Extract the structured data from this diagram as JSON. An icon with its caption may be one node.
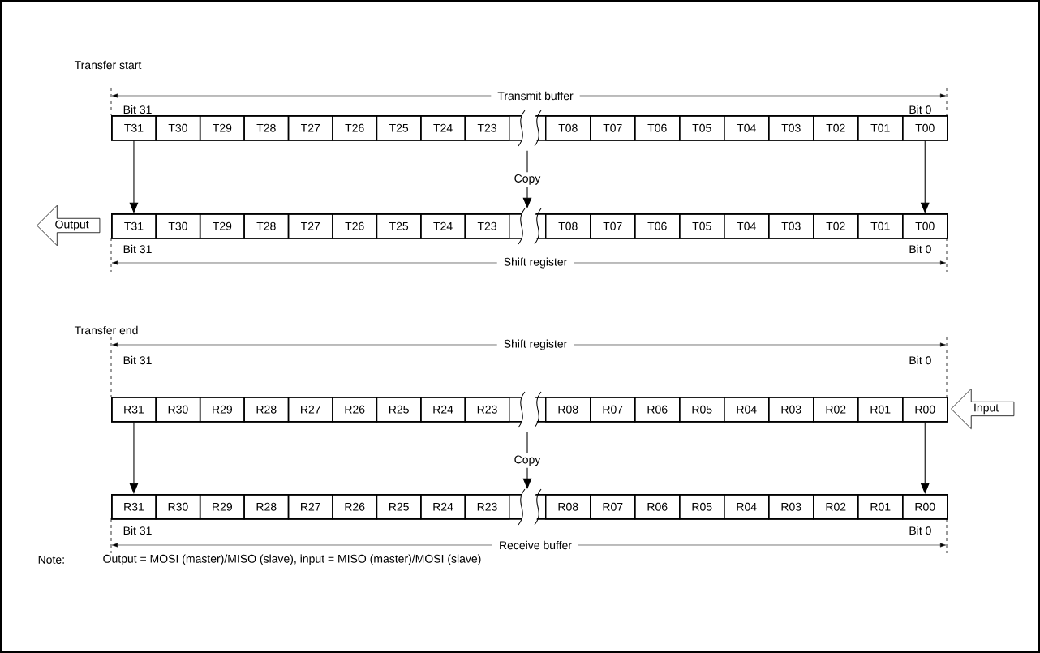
{
  "diagram": {
    "nodes": [
      {
        "text": [
          "Output"
        ]
      },
      {
        "text": [],
        "shape": "bar"
      },
      {
        "text": [
          "T31"
        ],
        "in": 1
      },
      {
        "text": [
          "T30"
        ],
        "in": 1
      },
      {
        "text": [
          "T29"
        ],
        "in": 1
      },
      {
        "text": [
          "T28"
        ],
        "in": 1
      },
      {
        "text": [
          "T27"
        ],
        "in": 1
      },
      {
        "text": [
          "T26"
        ],
        "in": 1
      },
      {
        "text": [
          "T25"
        ],
        "in": 1
      },
      {
        "text": [
          "T24"
        ],
        "in": 1
      },
      {
        "text": [
          "T23"
        ],
        "in": 1
      },
      {
        "text": [
          "T08"
        ],
        "in": 1
      },
      {
        "text": [
          "T07"
        ],
        "in": 1
      },
      {
        "text": [
          "T06"
        ],
        "in": 1
      },
      {
        "text": [
          "T05"
        ],
        "in": 1
      },
      {
        "text": [
          "T04"
        ],
        "in": 1
      },
      {
        "text": [
          "T03"
        ],
        "in": 1
      },
      {
        "text": [
          "T02"
        ],
        "in": 1
      },
      {
        "text": [
          "T01"
        ],
        "in": 1
      },
      {
        "text": [
          "T00"
        ],
        "in": 1
      },
      {
        "text": [],
        "shape": "bar"
      },
      {
        "text": [
          "T31"
        ],
        "in": 20
      },
      {
        "text": [
          "T30"
        ],
        "in": 20
      },
      {
        "text": [
          "T29"
        ],
        "in": 20
      },
      {
        "text": [
          "T28"
        ],
        "in": 20
      },
      {
        "text": [
          "T27"
        ],
        "in": 20
      },
      {
        "text": [
          "T26"
        ],
        "in": 20
      },
      {
        "text": [
          "T25"
        ],
        "in": 20
      },
      {
        "text": [
          "T24"
        ],
        "in": 20
      },
      {
        "text": [
          "T23"
        ],
        "in": 20
      },
      {
        "text": [
          "T08"
        ],
        "in": 20
      },
      {
        "text": [
          "T07"
        ],
        "in": 20
      },
      {
        "text": [
          "T06"
        ],
        "in": 20
      },
      {
        "text": [
          "T05"
        ],
        "in": 20
      },
      {
        "text": [
          "T04"
        ],
        "in": 20
      },
      {
        "text": [
          "T03"
        ],
        "in": 20
      },
      {
        "text": [
          "T02"
        ],
        "in": 20
      },
      {
        "text": [
          "T01"
        ],
        "in": 20
      },
      {
        "text": [
          "T00"
        ],
        "in": 20
      },
      {
        "text": [],
        "shape": "bar"
      },
      {
        "text": [
          "R31"
        ],
        "in": 39
      },
      {
        "text": [
          "R30"
        ],
        "in": 39
      },
      {
        "text": [
          "R29"
        ],
        "in": 39
      },
      {
        "text": [
          "R28"
        ],
        "in": 39
      },
      {
        "text": [
          "R27"
        ],
        "in": 39
      },
      {
        "text": [
          "R26"
        ],
        "in": 39
      },
      {
        "text": [
          "R25"
        ],
        "in": 39
      },
      {
        "text": [
          "R24"
        ],
        "in": 39
      },
      {
        "text": [
          "R23"
        ],
        "in": 39
      },
      {
        "text": [
          "R08"
        ],
        "in": 39
      },
      {
        "text": [
          "R07"
        ],
        "in": 39
      },
      {
        "text": [
          "R06"
        ],
        "in": 39
      },
      {
        "text": [
          "R05"
        ],
        "in": 39
      },
      {
        "text": [
          "R04"
        ],
        "in": 39
      },
      {
        "text": [
          "R03"
        ],
        "in": 39
      },
      {
        "text": [
          "R02"
        ],
        "in": 39
      },
      {
        "text": [
          "R01"
        ],
        "in": 39
      },
      {
        "text": [
          "R00"
        ],
        "in": 39
      },
      {
        "text": [
          "Input"
        ]
      },
      {
        "text": [],
        "shape": "bar"
      },
      {
        "text": [
          "R31"
        ],
        "in": 59
      },
      {
        "text": [
          "R30"
        ],
        "in": 59
      },
      {
        "text": [
          "R29"
        ],
        "in": 59
      },
      {
        "text": [
          "R28"
        ],
        "in": 59
      },
      {
        "text": [
          "R27"
        ],
        "in": 59
      },
      {
        "text": [
          "R26"
        ],
        "in": 59
      },
      {
        "text": [
          "R25"
        ],
        "in": 59
      },
      {
        "text": [
          "R24"
        ],
        "in": 59
      },
      {
        "text": [
          "R23"
        ],
        "in": 59
      },
      {
        "text": [
          "R08"
        ],
        "in": 59
      },
      {
        "text": [
          "R07"
        ],
        "in": 59
      },
      {
        "text": [
          "R06"
        ],
        "in": 59
      },
      {
        "text": [
          "R05"
        ],
        "in": 59
      },
      {
        "text": [
          "R04"
        ],
        "in": 59
      },
      {
        "text": [
          "R03"
        ],
        "in": 59
      },
      {
        "text": [
          "R02"
        ],
        "in": 59
      },
      {
        "text": [
          "R01"
        ],
        "in": 59
      },
      {
        "text": [
          "R00"
        ],
        "in": 59
      }
    ],
    "edges": [
      {
        "from": 2,
        "to": 21,
        "arrow": "to"
      },
      {
        "from": 1,
        "to": 20,
        "arrow": "to",
        "label": "Copy"
      },
      {
        "from": 19,
        "to": 38,
        "arrow": "to"
      },
      {
        "from": 40,
        "to": 60,
        "arrow": "to"
      },
      {
        "from": 39,
        "to": 59,
        "arrow": "to",
        "label": "Copy"
      },
      {
        "from": 57,
        "to": 77,
        "arrow": "to"
      }
    ],
    "labels": [
      "Transfer start",
      "Transmit buffer",
      "Bit 31",
      "Bit 0",
      "Bit 31",
      "Bit 0",
      "Shift register",
      "Transfer end",
      "Shift register",
      "Bit 31",
      "Bit 0",
      "Bit 31",
      "Bit 0",
      "Receive buffer",
      "Note:",
      "Output = MOSI (master)/MISO (slave), input = MISO (master)/MOSI (slave)"
    ]
  }
}
